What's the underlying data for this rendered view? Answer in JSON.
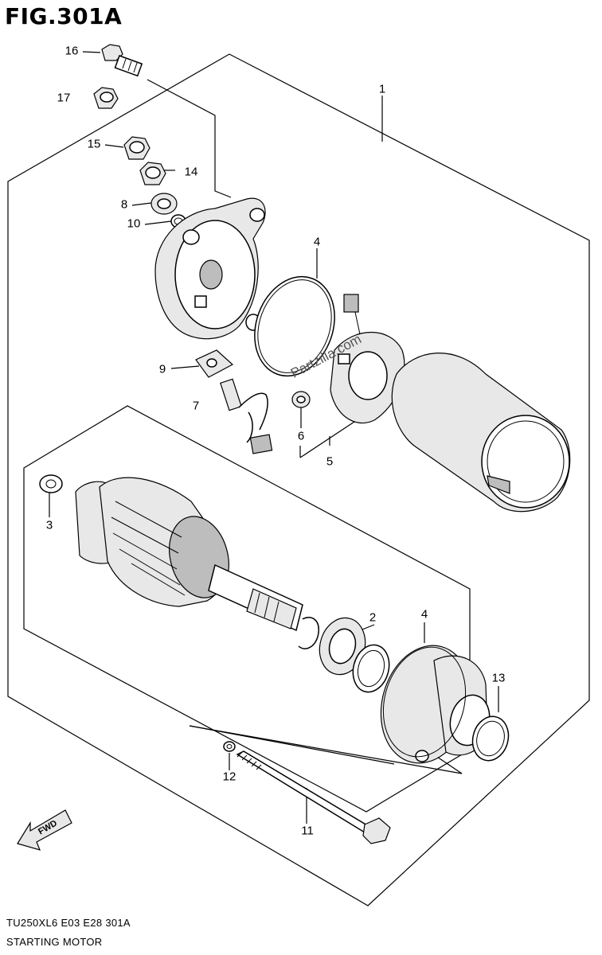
{
  "figure_title": "FIG.301A",
  "watermark": "Partzilla.com",
  "fwd_label": "FWD",
  "footer": {
    "model_code": "TU250XL6  E03  E28  301A",
    "section_name": "STARTING MOTOR"
  },
  "callouts": {
    "c1": "1",
    "c2": "2",
    "c3": "3",
    "c4a": "4",
    "c4b": "4",
    "c5": "5",
    "c6": "6",
    "c7": "7",
    "c8": "8",
    "c9": "9",
    "c10": "10",
    "c11": "11",
    "c12": "12",
    "c13": "13",
    "c14": "14",
    "c15": "15",
    "c16": "16",
    "c17": "17"
  }
}
